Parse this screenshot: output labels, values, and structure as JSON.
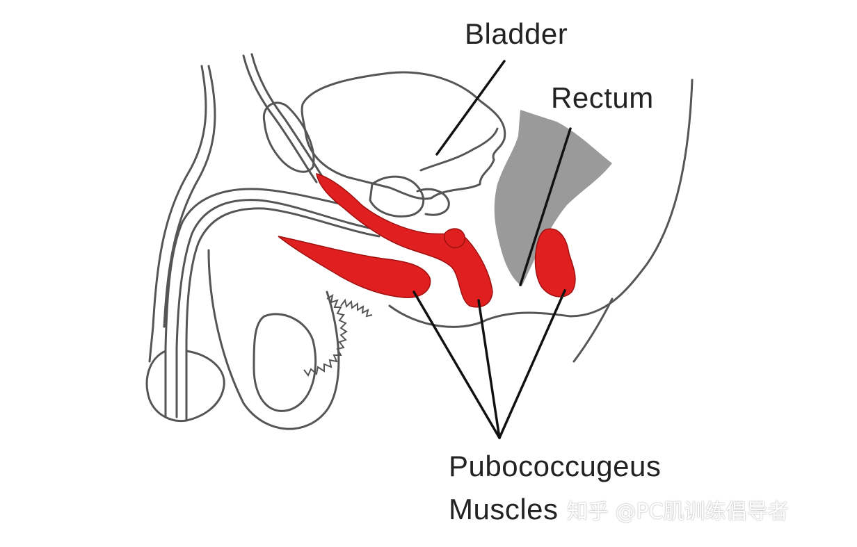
{
  "labels": {
    "bladder": "Bladder",
    "rectum": "Rectum",
    "pc_line1": "Pubococcugeus",
    "pc_line2": "Muscles"
  },
  "watermark": "知乎 @PC肌训练倡导者",
  "colors": {
    "muscle": "#e02020",
    "rectum": "#9a9a9a",
    "outline": "#555555",
    "leader": "#111111"
  }
}
